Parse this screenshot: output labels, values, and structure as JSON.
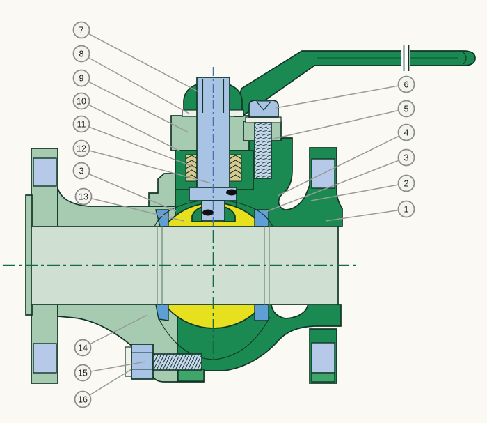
{
  "diagram": {
    "type": "cross-section",
    "subject": "ball valve sectional drawing with numbered part callouts",
    "callouts": {
      "left": [
        {
          "label": "7"
        },
        {
          "label": "8"
        },
        {
          "label": "9"
        },
        {
          "label": "10"
        },
        {
          "label": "11"
        },
        {
          "label": "12"
        },
        {
          "label": "3"
        },
        {
          "label": "13"
        }
      ],
      "right": [
        {
          "label": "6"
        },
        {
          "label": "5"
        },
        {
          "label": "4"
        },
        {
          "label": "3"
        },
        {
          "label": "2"
        },
        {
          "label": "1"
        }
      ],
      "bottom": [
        {
          "label": "14"
        },
        {
          "label": "15"
        },
        {
          "label": "16"
        }
      ]
    },
    "palette": {
      "background": "#faf9f4",
      "outline_dark": "#123527",
      "body_dark": "#1b8a52",
      "body_sage": "#a7cbb0",
      "bore_pale": "#cfe0d3",
      "med_green": "#3fa56b",
      "stem_blue": "#a9c3e4",
      "hole_blue": "#b6c9e8",
      "seat_blue": "#5f9fd6",
      "thread_blue": "#c6d6ec",
      "ball_yellow": "#e7e01f",
      "packing_tan": "#d8c98e",
      "washer_white": "#edf1ea",
      "black_seal": "#101010",
      "leader_gray": "#9a9a9a",
      "callout_fill": "#f4f4ef",
      "callout_stroke": "#8c8c8c",
      "callout_text": "#1c1c1c",
      "centerline_green": "#156b43",
      "centerline_blue": "#4a6fae"
    }
  }
}
